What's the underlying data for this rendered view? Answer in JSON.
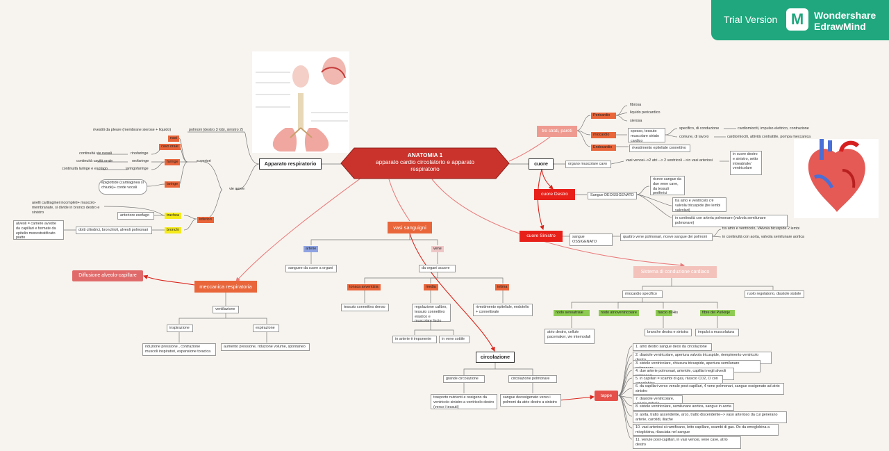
{
  "banner": {
    "trial": "Trial Version",
    "brand1": "Wondershare",
    "brand2": "EdrawMind",
    "logo": "M"
  },
  "central": {
    "l1": "ANATOMIA 1",
    "l2": "apparato cardio circolatorio e apparato",
    "l3": "respiratorio"
  },
  "resp": {
    "title": "Apparato respiratorio",
    "polmoni": "polmoni (destro 3 lobi, sinistro 2)",
    "rivestiti": "rivestiti da pleure (membrane sierose + liquido)",
    "vie_aeree": "vie aeree",
    "superiori": "superiori",
    "inferiori": "inferiori",
    "nasi": "nasi",
    "cavo_orale": "cavo orale",
    "faringe": "faringe",
    "laringe": "laringe",
    "cont_nasali": "continuità vie nasali",
    "rinofaringe": "rinofaringe",
    "cont_orale": "continuità cavità orale",
    "orofaringe": "orofaringe",
    "cont_laringe": "continuità laringe e esofago",
    "laringofaringe": "laringofaringe",
    "epiglottide": "epiglottide (cartilaginea si chiude)+ corde vocali",
    "anelli": "anelli cartilaginei incompleti+ muscolo-membranate, si divide in bronco destro e sinistro",
    "trachea": "trachea",
    "anteriore": "anteriore esofago",
    "alveoli": "alveoli = camere avvolte da capillari e formate da epitelio monostratificato piatto",
    "bronchi": "bronchi",
    "dotti": "dotti cilindrici, bronchioli, alveoli polmonari"
  },
  "mecc": {
    "title": "meccanica respiratoria",
    "ventilazione": "ventilazione",
    "ispirazione": "inspirazione",
    "espirazione": "espirazione",
    "isp_d": "riduzione pressione , contrazione muscoli inspiratori, espansione toracica",
    "esp_d": "aumento pressione, riduzione volume, spontaneo"
  },
  "diff": "Diffusione alveolo-capillare",
  "vasi": {
    "title": "vasi sanguigni",
    "arterie": "arterie",
    "vene": "vene",
    "arterie_d": "sanguee da cuore a organi",
    "vene_d": "da organi acuore",
    "tonaca": "tonaca avventizia",
    "media": "media",
    "intima": "intima",
    "tonaca_d": "tessuto connettivo denso",
    "media_d": "regolazione calibro, tessuto connettivo elastico e muscolare liscio",
    "intima_d": "rivestimento epiteliale, endotelio + connettivale",
    "art_imp": "in arterie è imponente",
    "vene_sott": "in vene sottile"
  },
  "circ": {
    "title": "circolazione",
    "grande": "grande circolazione",
    "polm": "circolazione polmonare",
    "grande_d": "trasporto nutrienti e ossigeno da ventricolo sinistro a ventricolo destro (verso i tessuti)",
    "polm_d": "sangue deossigenato verso i polmoni da atrio destro a sinistro",
    "tappe": "tappe",
    "steps": [
      "1. atrio destro sangue deox da circolazione",
      "2. diastole ventricolare, apertura valvola tricuspide, riempimento ventricolo destro",
      "3. sistole ventricolare, chiusura tricuspide, apertura semilunare polmonare",
      "4. due arterie polmonari, arteriole, capillari negli alveoli polmonari",
      "5. in capillari = scambi di gas, rilascio CO2, O con emoglobina",
      "6. da capillari verso venule post-capillari, 4 vene polmonari, sangue ossigenato ad atrio sinistro",
      "7. diastole ventricolare, valvola mitrale",
      "8. sistole ventricolare, semilunare aortica, sangue in aorta",
      "9. aorta, tratto ascendente, arco, tratto discendente--> vaso arterioso da cui generano arterie, carotidi, iliache",
      "10. vasi arteriosi si ramificano, letto capillare, scambi di gas. Ox da emoglobina a mioglobina, rilasciata nel sangue",
      "11. venule post-capillari, in vasi venosi, vene cave, atrio destro"
    ]
  },
  "cuore": {
    "title": "cuore",
    "tre_strati": "tre strati, pareti",
    "pericardio": "Pericardio",
    "miocardio": "miocardio",
    "endocardio": "Endocardio",
    "fibrosa": "fibrosa",
    "liquido": "liquido pericardico",
    "sierosa": "sierosa",
    "spesso": "spesso, tessuto muscolare striato cardico",
    "specifico": "specifico, di conduzione",
    "comune": "comune, di lavoro",
    "cardio1": "cardiomiociti, impulso elettrico, contrazione",
    "cardio2": "cardiomiociti, attività contrattile, pompa meccanica",
    "rivest": "rivestimento epiteliale connettivo",
    "organo": "organo muscolare cavo",
    "vasi_venosi": "vasi venosi-->2 atri --> 2 ventricoli -->in vasi arteriosi",
    "in_cuore": "in cuore destro e sinistro, setto intreatriale/ ventricolare",
    "destro": "cuore Destro",
    "deoss": "Sangue DEOSSIGENATO",
    "riceve": "riceve sangue da due vene cave, da tessuti periferici",
    "tra_atrio_d": "tra atrio e ventricolo c'è valvola tricuspide (tre lembi valvolari)",
    "cont_arteria": "in continuità con arteria polmonare (valvola semilunare polmonare)",
    "sinistro": "cuore Sinistro",
    "oss": "sangue OSSIGENATO",
    "quattro": "quattro vene polmonari, riceve sangue dei polmoni",
    "tra_atrio_s": "tra atrio e ventricolo, VAlvola bicuspide 2 lembi",
    "cont_aorta": "in continuità con aorta, valvola semilunare aortica"
  },
  "sist": {
    "title": "Sistema di conduzione cardiaco",
    "mio_spec": "miocardio specifico",
    "ruolo": "ruolo regolatorio, diastole sistole",
    "seno": "nodo senoatriale",
    "atrio": "nodo atrioventricolare",
    "fascio": "fascio di His",
    "fibre": "fibre del Purkinje",
    "seno_d": "atrio destro, cellule pacemaker, vie intemodali",
    "fascio_d": "branche destra e sinistra",
    "fibre_d": "impulsi a muscolatura"
  },
  "watermark": "Wondershare EdrawMind",
  "colors": {
    "bg": "#f7f4ef",
    "central": "#c9332c",
    "accent_red": "#e8241e",
    "orange": "#e9653a",
    "yellow": "#f5ea1a",
    "pink": "#e97c7c",
    "green": "#8ecb53",
    "blue": "#8fa3e2"
  }
}
